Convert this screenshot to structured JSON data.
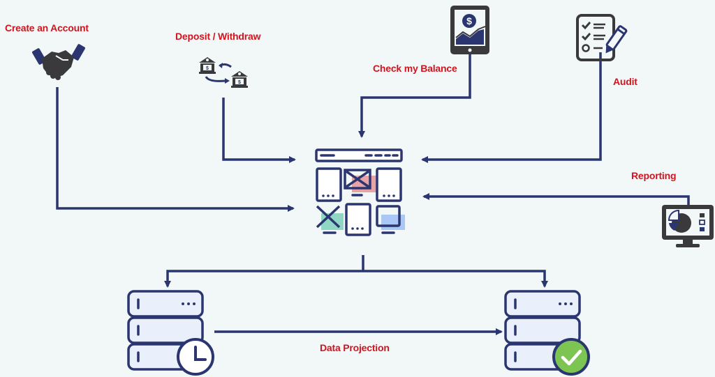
{
  "diagram": {
    "title": "",
    "colors": {
      "background": "#f2f7f8",
      "connector": "#2b3670",
      "label": "#d0151f",
      "icon_dark": "#3a3a3c",
      "icon_accent": "#2b3670",
      "tile_pink": "#e8a3a6",
      "tile_green": "#8fd6c4",
      "tile_blue": "#a9c8f5",
      "check_green": "#7cc552",
      "server_fill": "#e9f0fb"
    },
    "inputs": [
      {
        "id": "create-account",
        "label": "Create an Account",
        "icon": "handshake-icon"
      },
      {
        "id": "deposit-withdraw",
        "label": "Deposit / Withdraw",
        "icon": "bank-transfer-icon"
      },
      {
        "id": "check-balance",
        "label": "Check my Balance",
        "icon": "tablet-balance-icon"
      },
      {
        "id": "audit",
        "label": "Audit",
        "icon": "checklist-pencil-icon"
      },
      {
        "id": "reporting",
        "label": "Reporting",
        "icon": "monitor-pie-chart-icon"
      }
    ],
    "center": {
      "label": "",
      "icon": "application-layout-icon"
    },
    "outputs": [
      {
        "id": "source-store",
        "label": "",
        "icon": "database-clock-icon"
      },
      {
        "id": "projected-store",
        "label": "",
        "icon": "database-check-icon"
      }
    ],
    "edges": [
      {
        "from": "create-account",
        "to": "center"
      },
      {
        "from": "deposit-withdraw",
        "to": "center"
      },
      {
        "from": "check-balance",
        "to": "center"
      },
      {
        "from": "audit",
        "to": "center"
      },
      {
        "from": "reporting",
        "to": "center"
      },
      {
        "from": "center",
        "to": "source-store"
      },
      {
        "from": "center",
        "to": "projected-store"
      },
      {
        "from": "source-store",
        "to": "projected-store",
        "label": "Data Projection"
      }
    ],
    "projection_label": "Data Projection"
  }
}
